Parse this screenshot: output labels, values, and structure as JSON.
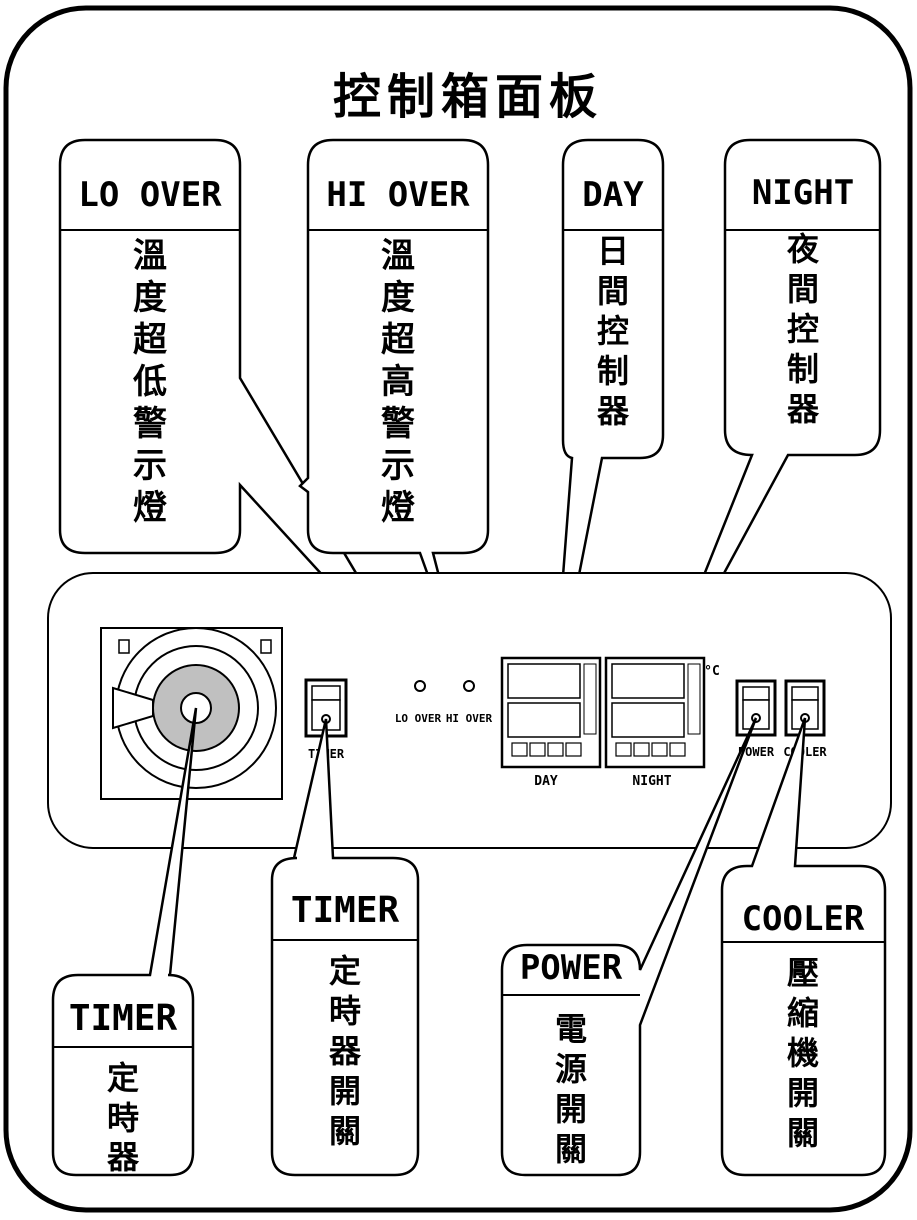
{
  "title": "控制箱面板",
  "callouts": [
    {
      "id": "lo-over",
      "header": "LO OVER",
      "desc": [
        "溫",
        "度",
        "超",
        "低",
        "警",
        "示",
        "燈"
      ]
    },
    {
      "id": "hi-over",
      "header": "HI OVER",
      "desc": [
        "溫",
        "度",
        "超",
        "高",
        "警",
        "示",
        "燈"
      ]
    },
    {
      "id": "day",
      "header": "DAY",
      "desc": [
        "日",
        "間",
        "控",
        "制",
        "器"
      ]
    },
    {
      "id": "night",
      "header": "NIGHT",
      "desc": [
        "夜",
        "間",
        "控",
        "制",
        "器"
      ]
    },
    {
      "id": "timer-dial",
      "header": "TIMER",
      "desc": [
        "定",
        "時",
        "器"
      ]
    },
    {
      "id": "timer-switch",
      "header": "TIMER",
      "desc": [
        "定",
        "時",
        "器",
        "開",
        "關"
      ]
    },
    {
      "id": "power",
      "header": "POWER",
      "desc": [
        "電",
        "源",
        "開",
        "關"
      ]
    },
    {
      "id": "cooler",
      "header": "COOLER",
      "desc": [
        "壓",
        "縮",
        "機",
        "開",
        "關"
      ]
    }
  ],
  "panel": {
    "timer_switch_label": "TIMER",
    "lo_over_label": "LO OVER",
    "hi_over_label": "HI OVER",
    "day_label": "DAY",
    "night_label": "NIGHT",
    "degree_symbol": "°C",
    "power_label": "POWER",
    "cooler_label": "COOLER"
  }
}
